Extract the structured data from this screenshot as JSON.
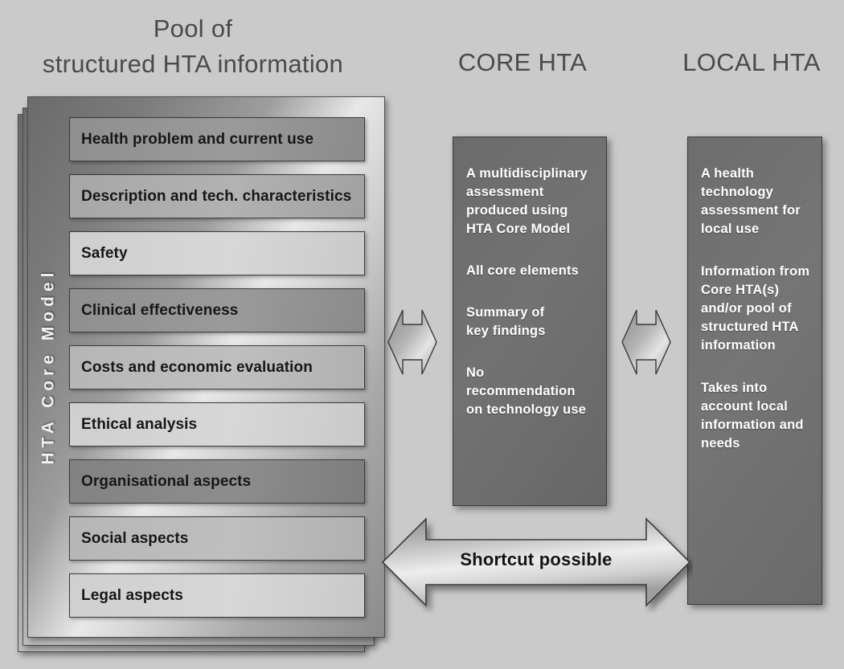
{
  "headings": {
    "pool": "Pool of\nstructured HTA information",
    "pool_line1": "Pool of",
    "pool_line2": "structured HTA information",
    "core": "CORE HTA",
    "local": "LOCAL HTA"
  },
  "pool": {
    "vertical_label": "HTA Core Model",
    "rows": [
      {
        "label": "Health problem and current use"
      },
      {
        "label": "Description and tech. characteristics"
      },
      {
        "label": "Safety"
      },
      {
        "label": "Clinical effectiveness"
      },
      {
        "label": "Costs and economic evaluation"
      },
      {
        "label": "Ethical analysis"
      },
      {
        "label": "Organisational aspects"
      },
      {
        "label": "Social aspects"
      },
      {
        "label": "Legal aspects"
      }
    ]
  },
  "core_hta": {
    "blocks": [
      "A multidisciplinary\nassessment\nproduced using\nHTA Core Model",
      "All core elements",
      "Summary of\nkey findings",
      "No recommendation\non technology use"
    ]
  },
  "local_hta": {
    "blocks": [
      "A health\ntechnology\nassessment for\nlocal use",
      "Information from\nCore HTA(s)\nand/or pool of\nstructured HTA\ninformation",
      "Takes into\naccount local\ninformation and\nneeds"
    ]
  },
  "shortcut": {
    "label": "Shortcut possible"
  },
  "colors": {
    "background": "#cacaca",
    "heading_text": "#4a4a4a",
    "panel_fill": "#6f6f6f",
    "panel_text": "#ffffff",
    "row_text": "#171717",
    "border": "#3c3c3c"
  }
}
